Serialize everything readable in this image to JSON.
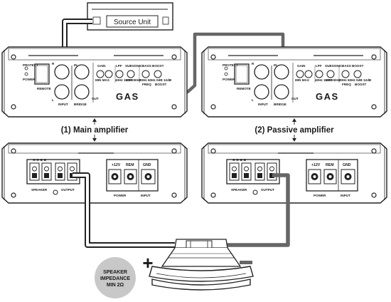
{
  "source_unit": {
    "label": "Source Unit"
  },
  "captions": {
    "main": "(1) Main amplifier",
    "passive": "(2) Passive amplifier"
  },
  "amp_front": {
    "protect": "PROTECT",
    "power": "POWER",
    "remote": "REMOTE",
    "in": "IN",
    "r": "R",
    "l": "L",
    "input": "INPUT",
    "bridge": "BRIDGE",
    "out": "OUT",
    "gain": "GAIN",
    "gain_scale": "MIN  MAX",
    "lpf": "LPF",
    "lpf_scale": "40Hz 150Hz",
    "subsonic": "SUBSONIC",
    "subsonic_scale": "OFF 50Hz",
    "bassboost": "BASS BOOST",
    "bassboost_scale": "30Hz 60Hz  0dB 12dB",
    "freq": "FREQ",
    "boost": "BOOST",
    "logo": "GAS"
  },
  "amp_rear": {
    "speaker": "SPEAKER",
    "output": "OUTPUT",
    "plus12v": "+12V",
    "rem": "REM",
    "gnd": "GND",
    "power": "POWER",
    "input": "INPUT",
    "pol_main": "⊖ ⊖ ⊕ ⊕",
    "pol_passive": "⊖ ⊖ ⊕ ⊕"
  },
  "impedance": {
    "line1": "SPEAKER",
    "line2": "IMPEDANCE",
    "line3": "MIN 2Ω"
  },
  "polarity": {
    "plus": "+",
    "minus": "−"
  }
}
